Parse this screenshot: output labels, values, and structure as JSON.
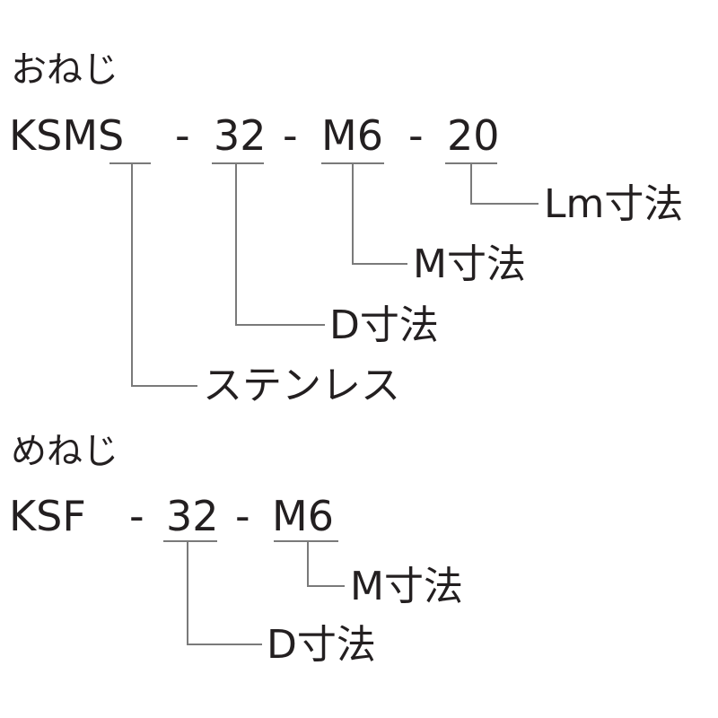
{
  "male": {
    "heading": "おねじ",
    "code": {
      "series": "KSMS",
      "dash": "-",
      "d": "32",
      "m": "M6",
      "lm": "20"
    },
    "labels": {
      "lm": "Lm寸法",
      "m": "M寸法",
      "d": "D寸法",
      "material": "ステンレス"
    }
  },
  "female": {
    "heading": "めねじ",
    "code": {
      "series": "KSF",
      "dash": "-",
      "d": "32",
      "m": "M6"
    },
    "labels": {
      "m": "M寸法",
      "d": "D寸法"
    }
  },
  "colors": {
    "text": "#231f20",
    "leader": "#7a7a7a"
  }
}
